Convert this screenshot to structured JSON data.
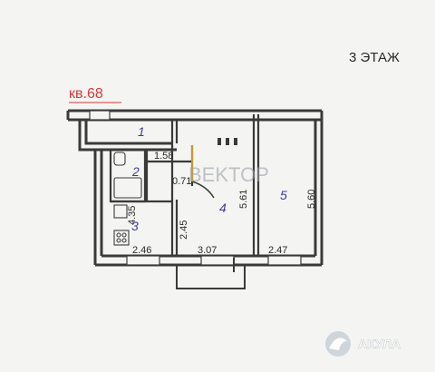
{
  "floor_label": "3 ЭТАЖ",
  "apartment_label": "кв.68",
  "rooms": [
    {
      "number": "1"
    },
    {
      "number": "2"
    },
    {
      "number": "3"
    },
    {
      "number": "4"
    },
    {
      "number": "5"
    }
  ],
  "dimensions": {
    "d_158": "1.58",
    "d_071": "0.71",
    "d_435": "4.35",
    "d_245": "2.45",
    "d_246": "2.46",
    "d_307": "3.07",
    "d_247": "2.47",
    "d_561": "5.61",
    "d_560": "5.60"
  },
  "watermark": "BEKTOP",
  "brand": "АКУЛА",
  "colors": {
    "wall": "#3a3a3a",
    "room_number": "#3c3ca0",
    "apartment_label": "#d23a3a",
    "background": "#f4f4f2"
  }
}
